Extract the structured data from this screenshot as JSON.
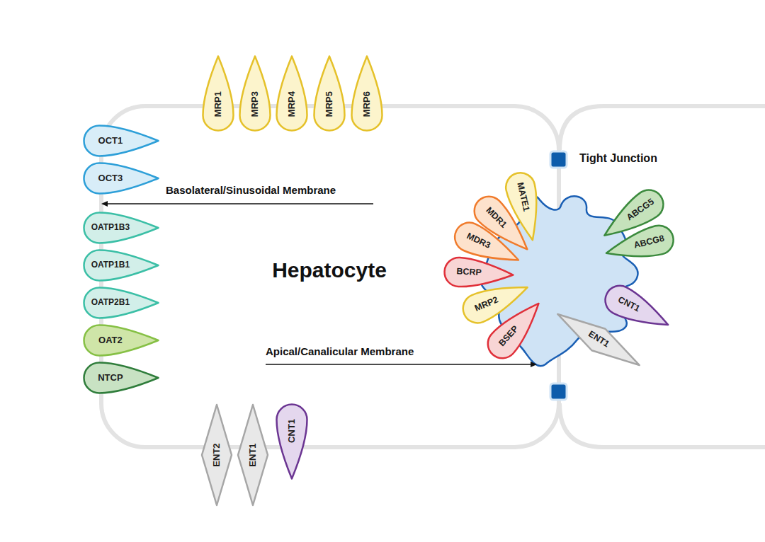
{
  "diagram": {
    "nodes": [
      {
        "text": [
          "MRP1"
        ]
      },
      {
        "text": [
          "MRP3"
        ]
      },
      {
        "text": [
          "MRP4"
        ]
      },
      {
        "text": [
          "MRP5"
        ]
      },
      {
        "text": [
          "MRP6"
        ]
      },
      {
        "text": [
          "OCT1"
        ]
      },
      {
        "text": [
          "OCT3"
        ]
      },
      {
        "text": [
          "OATP1B3"
        ]
      },
      {
        "text": [
          "OATP1B1"
        ]
      },
      {
        "text": [
          "OATP2B1"
        ]
      },
      {
        "text": [
          "OAT2"
        ]
      },
      {
        "text": [
          "NTCP"
        ]
      },
      {
        "text": [
          "MATE1"
        ]
      },
      {
        "text": [
          "MDR1"
        ]
      },
      {
        "text": [
          "MDR3"
        ]
      },
      {
        "text": [
          "BCRP"
        ]
      },
      {
        "text": [
          "MRP2"
        ]
      },
      {
        "text": [
          "BSEP"
        ]
      },
      {
        "text": [
          "ABCG5"
        ]
      },
      {
        "text": [
          "ABCG8"
        ]
      },
      {
        "text": [
          "CNT1"
        ]
      },
      {
        "text": [
          "ENT1"
        ]
      },
      {
        "text": [
          "ENT2"
        ]
      },
      {
        "text": [
          "ENT1"
        ]
      },
      {
        "text": [
          "CNT1"
        ]
      }
    ],
    "labels": [
      "Tight Junction",
      "Basolateral/Sinusoidal Membrane",
      "Hepatocyte",
      "Apical/Canalicular Membrane"
    ]
  }
}
